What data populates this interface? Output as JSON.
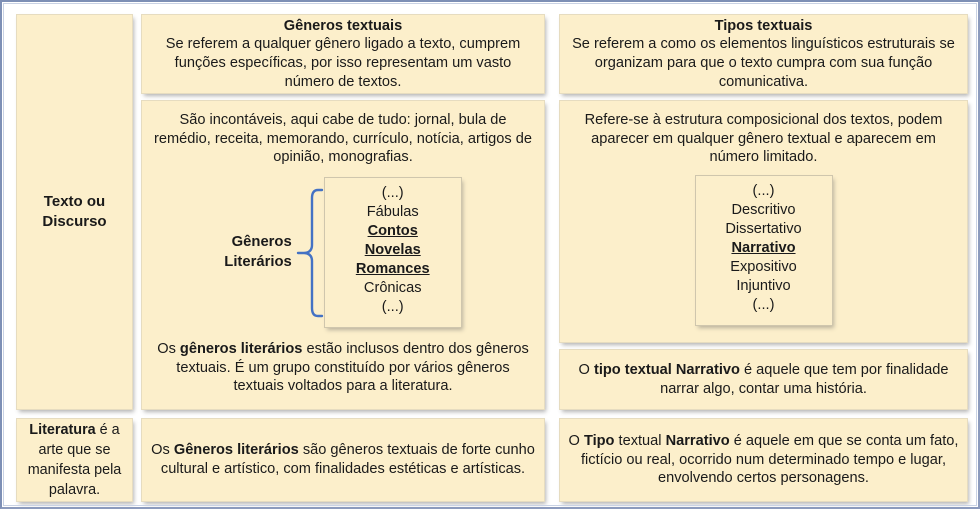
{
  "diagram": {
    "title_row": {
      "left_label": "",
      "col2_title": "Gêneros textuais",
      "col2_desc": "Se referem a qualquer gênero ligado a texto, cumprem funções específicas, por isso representam um vasto número de textos.",
      "col3_title": "Tipos textuais",
      "col3_desc": "Se referem a como os elementos linguísticos estruturais se organizam para que o texto cumpra com sua função comunicativa."
    },
    "main_row": {
      "left_label_line1": "Texto ou",
      "left_label_line2": "Discurso",
      "col2_intro": "São incontáveis, aqui cabe de tudo: jornal, bula de remédio, receita, memorando, currículo, notícia, artigos de opinião, monografias.",
      "col2_group_label_line1": "Gêneros",
      "col2_group_label_line2": "Literários",
      "col2_list": [
        {
          "label": "(...)",
          "highlight": false
        },
        {
          "label": "Fábulas",
          "highlight": false
        },
        {
          "label": "Contos",
          "highlight": true
        },
        {
          "label": "Novelas",
          "highlight": true
        },
        {
          "label": "Romances",
          "highlight": true
        },
        {
          "label": "Crônicas",
          "highlight": false
        },
        {
          "label": "(...)",
          "highlight": false
        }
      ],
      "col2_summary_pre": "Os ",
      "col2_summary_bold": "gêneros literários",
      "col2_summary_post": " estão inclusos dentro dos gêneros textuais. É um grupo constituído por vários gêneros textuais voltados para a literatura.",
      "col3_intro": "Refere-se à estrutura composicional dos textos, podem aparecer em qualquer gênero textual e aparecem em número limitado.",
      "col3_list": [
        {
          "label": "(...)",
          "highlight": false
        },
        {
          "label": "Descritivo",
          "highlight": false
        },
        {
          "label": "Dissertativo",
          "highlight": false
        },
        {
          "label": "Narrativo",
          "highlight": true
        },
        {
          "label": "Expositivo",
          "highlight": false
        },
        {
          "label": "Injuntivo",
          "highlight": false
        },
        {
          "label": "(...)",
          "highlight": false
        }
      ],
      "col3_summary_pre": "O ",
      "col3_summary_bold": "tipo textual Narrativo",
      "col3_summary_post": " é aquele que tem por finalidade narrar algo, contar uma história."
    },
    "bottom_row": {
      "left_label_bold": "Literatura",
      "left_label_rest": " é a arte que se manifesta pela palavra.",
      "col2_pre": "Os ",
      "col2_bold": "Gêneros literários",
      "col2_post": " são gêneros textuais de forte cunho cultural e artístico, com finalidades estéticas e artísticas.",
      "col3_pre": "O ",
      "col3_bold1": "Tipo",
      "col3_mid": " textual ",
      "col3_bold2": "Narrativo",
      "col3_post": " é aquele em que se conta um fato, fictício ou real, ocorrido num determinado tempo e lugar, envolvendo certos personagens."
    },
    "colors": {
      "cell_background": "#fcefcb",
      "brace": "#4472c4",
      "frame_border": "#8c9bbd",
      "text": "#1a1a1a"
    }
  }
}
